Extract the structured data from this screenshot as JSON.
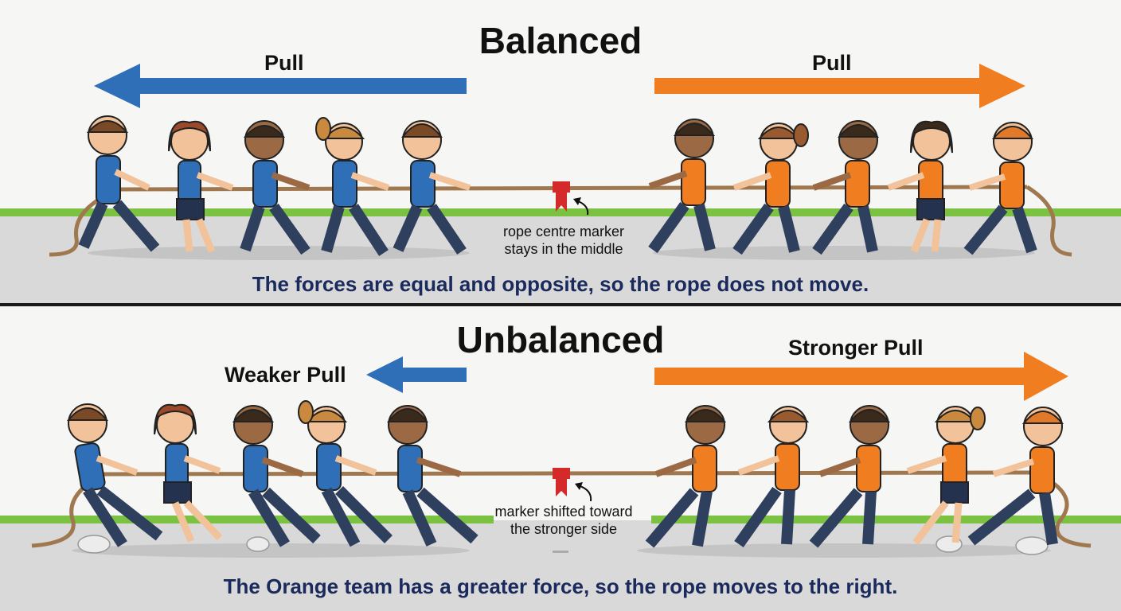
{
  "colors": {
    "blue_team": "#2e6fb8",
    "orange_team": "#f07d1f",
    "rope": "#a07850",
    "marker": "#d42a2a",
    "grass": "#7cc242",
    "ground": "#d8d8d8",
    "caption_text": "#1b2a5c"
  },
  "balanced": {
    "title": "Balanced",
    "left_label": "Pull",
    "right_label": "Pull",
    "marker_note_line1": "rope centre marker",
    "marker_note_line2": "stays in the middle",
    "caption": "The forces are equal and opposite, so the rope does not move."
  },
  "unbalanced": {
    "title": "Unbalanced",
    "left_label": "Weaker Pull",
    "right_label": "Stronger Pull",
    "marker_note_line1": "marker shifted toward",
    "marker_note_line2": "the stronger side",
    "caption": "The Orange team has a greater force, so the rope moves to the right."
  },
  "icons": {
    "left_arrow": "arrow-left-icon",
    "right_arrow": "arrow-right-icon",
    "marker": "ribbon-marker-icon",
    "pointer": "curved-arrow-icon",
    "person": "person-pulling-icon",
    "dust": "dust-cloud-icon"
  }
}
